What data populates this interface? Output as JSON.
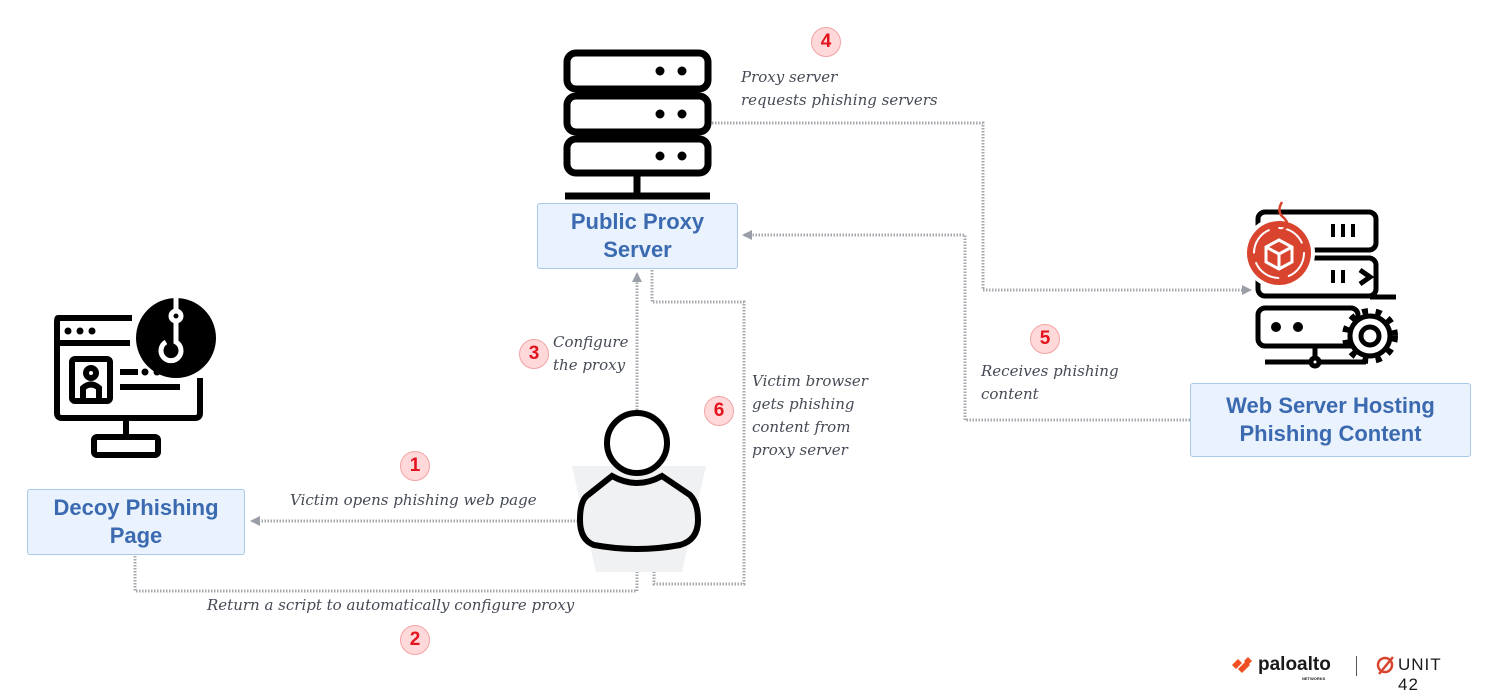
{
  "nodes": {
    "proxy_server": "Public Proxy Server",
    "decoy_page": "Decoy Phishing Page",
    "web_server": "Web Server Hosting Phishing Content"
  },
  "steps": [
    {
      "number": "1",
      "label": "Victim opens phishing web page"
    },
    {
      "number": "2",
      "label": "Return a script to automatically configure proxy"
    },
    {
      "number": "3",
      "label": "Configure\nthe proxy"
    },
    {
      "number": "4",
      "label": "Proxy server\nrequests phishing servers"
    },
    {
      "number": "5",
      "label": "Receives phishing\ncontent"
    },
    {
      "number": "6",
      "label": "Victim browser\ngets phishing\ncontent from\nproxy server"
    }
  ],
  "icons": [
    "server-icon",
    "phishing-monitor-icon",
    "victim-user-icon",
    "phishing-web-server-icon"
  ],
  "colors": {
    "box_fill": "#eaf3fd",
    "box_text": "#3b6ab0",
    "badge_fill": "#ffd9d9",
    "badge_text": "#e3141d",
    "connector": "#a5a8ae",
    "accent": "#d9442f"
  },
  "logos": {
    "paloalto": "paloalto",
    "paloalto_sub": "NETWORKS",
    "unit42": "UNIT 42"
  }
}
